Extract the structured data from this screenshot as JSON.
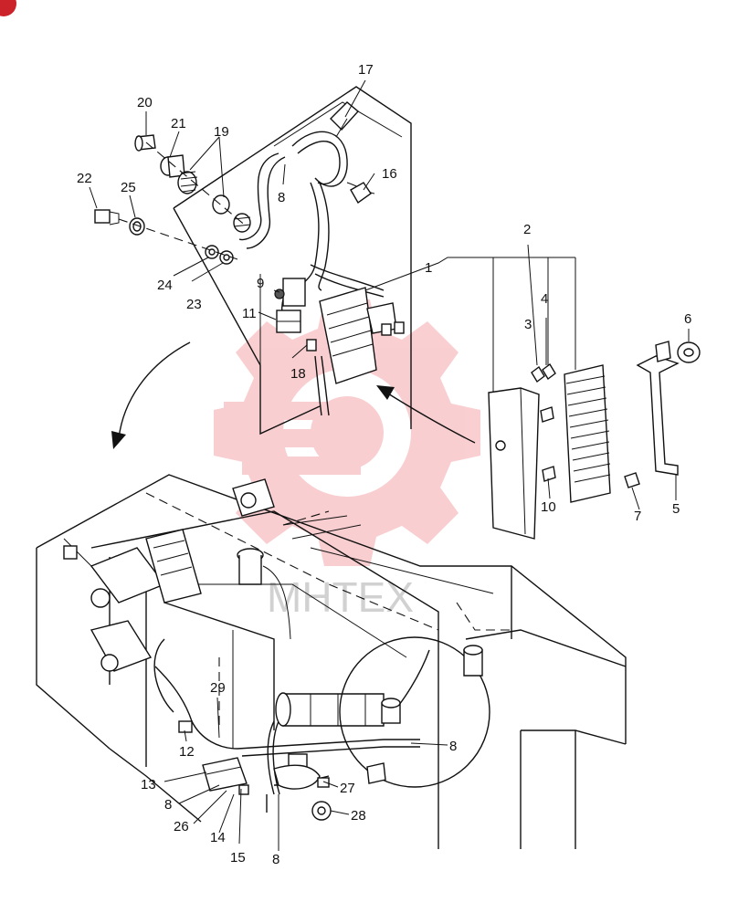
{
  "corner_badge": "",
  "watermark": {
    "text": "MHTEX",
    "color": "#e8262d",
    "logo_icon": "gear-logo-icon"
  },
  "colors": {
    "line": "#111111",
    "background": "#ffffff",
    "badge": "#cc2229"
  },
  "callouts": [
    {
      "id": "c1",
      "label": "1"
    },
    {
      "id": "c2",
      "label": "2"
    },
    {
      "id": "c3",
      "label": "3"
    },
    {
      "id": "c4",
      "label": "4"
    },
    {
      "id": "c5",
      "label": "5"
    },
    {
      "id": "c6",
      "label": "6"
    },
    {
      "id": "c7",
      "label": "7"
    },
    {
      "id": "c8a",
      "label": "8"
    },
    {
      "id": "c8b",
      "label": "8"
    },
    {
      "id": "c8c",
      "label": "8"
    },
    {
      "id": "c8d",
      "label": "8"
    },
    {
      "id": "c9",
      "label": "9"
    },
    {
      "id": "c10",
      "label": "10"
    },
    {
      "id": "c11",
      "label": "11"
    },
    {
      "id": "c12",
      "label": "12"
    },
    {
      "id": "c13",
      "label": "13"
    },
    {
      "id": "c14",
      "label": "14"
    },
    {
      "id": "c15",
      "label": "15"
    },
    {
      "id": "c16",
      "label": "16"
    },
    {
      "id": "c17",
      "label": "17"
    },
    {
      "id": "c18",
      "label": "18"
    },
    {
      "id": "c19",
      "label": "19"
    },
    {
      "id": "c20",
      "label": "20"
    },
    {
      "id": "c21",
      "label": "21"
    },
    {
      "id": "c22",
      "label": "22"
    },
    {
      "id": "c23",
      "label": "23"
    },
    {
      "id": "c24",
      "label": "24"
    },
    {
      "id": "c25",
      "label": "25"
    },
    {
      "id": "c26",
      "label": "26"
    },
    {
      "id": "c27",
      "label": "27"
    },
    {
      "id": "c28",
      "label": "28"
    },
    {
      "id": "c29",
      "label": "29"
    }
  ]
}
